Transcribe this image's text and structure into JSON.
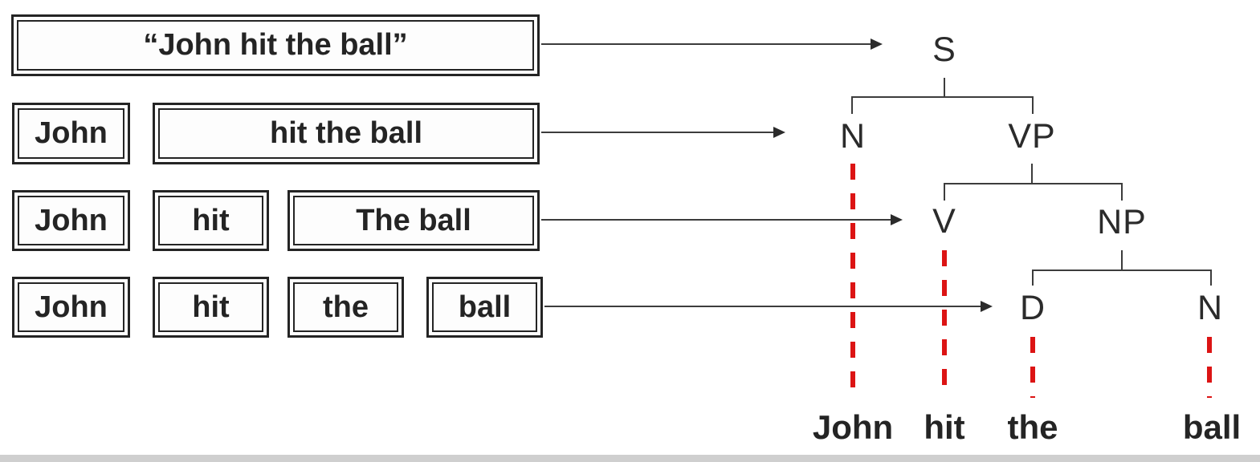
{
  "diagram": {
    "rows": [
      {
        "segments": [
          "“John hit the ball”"
        ]
      },
      {
        "segments": [
          "John",
          "hit the ball"
        ]
      },
      {
        "segments": [
          "John",
          "hit",
          "The ball"
        ]
      },
      {
        "segments": [
          "John",
          "hit",
          "the",
          "ball"
        ]
      }
    ],
    "tree": {
      "s": "S",
      "n1": "N",
      "vp": "VP",
      "v": "V",
      "np": "NP",
      "d": "D",
      "n2": "N"
    },
    "leaves": [
      "John",
      "hit",
      "the",
      "ball"
    ],
    "colors": {
      "ink": "#242424",
      "line": "#3c3c3c",
      "dash_red": "#dc1414",
      "bottom_strip": "#cfcfcf",
      "background": "#ffffff"
    }
  }
}
